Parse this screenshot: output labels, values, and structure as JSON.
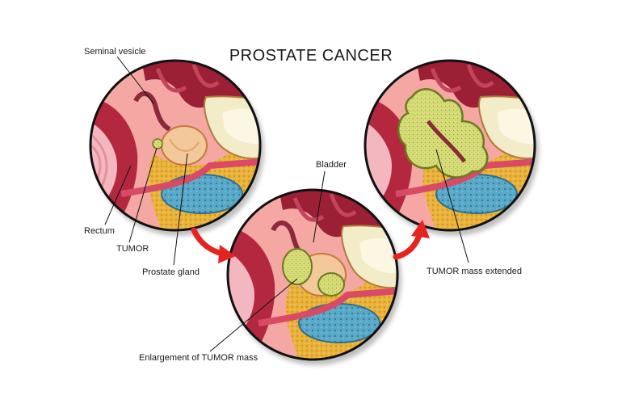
{
  "title": "PROSTATE CANCER",
  "labels": {
    "seminal_vesicle": "Seminal vesicle",
    "rectum": "Rectum",
    "tumor": "TUMOR",
    "prostate_gland": "Prostate gland",
    "bladder": "Bladder",
    "enlargement": "Enlargement of TUMOR mass",
    "tumor_extended": "TUMOR mass extended"
  },
  "stages": [
    "early-tumor",
    "enlarged-tumor",
    "extended-tumor"
  ],
  "colors": {
    "arrow": "#e52420",
    "tumor": "#d6dd78",
    "prostate": "#f3c89a",
    "colon": "#9b1f35",
    "bladder_wall": "#f2ecc8",
    "fat": "#e9b23a",
    "pubic_bone": "#5aa8c8",
    "rectum": "#c8304a",
    "skin": "#f4a7a3"
  }
}
